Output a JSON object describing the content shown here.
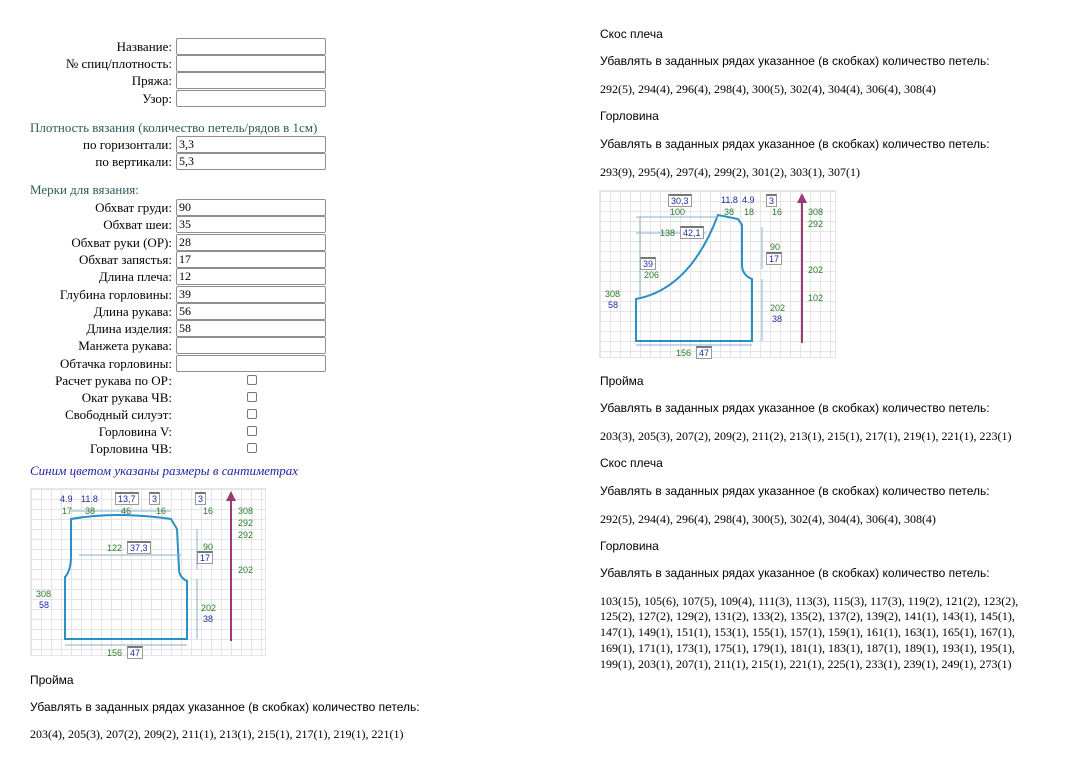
{
  "form": {
    "fields": [
      {
        "label": "Название:",
        "value": ""
      },
      {
        "label": "№ спиц/плотность:",
        "value": ""
      },
      {
        "label": "Пряжа:",
        "value": ""
      },
      {
        "label": "Узор:",
        "value": ""
      }
    ],
    "density_title": "Плотность вязания (количество петель/рядов в 1см)",
    "density": [
      {
        "label": "по горизонтали:",
        "value": "3,3"
      },
      {
        "label": "по вертикали:",
        "value": "5,3"
      }
    ],
    "measures_title": "Мерки для вязания:",
    "measures": [
      {
        "label": "Обхват груди:",
        "value": "90"
      },
      {
        "label": "Обхват шеи:",
        "value": "35"
      },
      {
        "label": "Обхват руки (ОР):",
        "value": "28"
      },
      {
        "label": "Обхват запястья:",
        "value": "17"
      },
      {
        "label": "Длина плеча:",
        "value": "12"
      },
      {
        "label": "Глубина горловины:",
        "value": "39"
      },
      {
        "label": "Длина рукава:",
        "value": "56"
      },
      {
        "label": "Длина изделия:",
        "value": "58"
      },
      {
        "label": "Манжета рукава:",
        "value": ""
      },
      {
        "label": "Обтачка горловины:",
        "value": ""
      }
    ],
    "checkboxes": [
      {
        "label": "Расчет рукава по ОР:",
        "checked": false
      },
      {
        "label": "Окат рукава ЧВ:",
        "checked": false
      },
      {
        "label": "Свободный силуэт:",
        "checked": false
      },
      {
        "label": "Горловина V:",
        "checked": false
      },
      {
        "label": "Горловина ЧВ:",
        "checked": false
      }
    ],
    "note": "Синим цветом указаны размеры в сантиметрах"
  },
  "diagram1": {
    "labels": {
      "a": "4.9",
      "b": "11.8",
      "c": "13,7",
      "d": "3",
      "e": "3",
      "f": "17",
      "g": "38",
      "h": "46",
      "i": "16",
      "j": "16",
      "k": "308",
      "l": "292",
      "m": "292",
      "n": "122",
      "o": "37,3",
      "p": "90",
      "q": "17",
      "r": "202",
      "s": "308",
      "t": "58",
      "u": "202",
      "v": "38",
      "w": "156",
      "x": "47"
    }
  },
  "left_text": {
    "title": "Пройма",
    "desc": "Убавлять в заданных рядах указанное (в скобках) количество петель:",
    "values": "203(4), 205(3), 207(2), 209(2), 211(1), 213(1), 215(1), 217(1), 219(1), 221(1)"
  },
  "right_top": {
    "s1_title": "Скос плеча",
    "s1_desc": "Убавлять в заданных рядах указанное (в скобках) количество петель:",
    "s1_values": "292(5), 294(4), 296(4), 298(4), 300(5), 302(4), 304(4), 306(4), 308(4)",
    "s2_title": "Горловина",
    "s2_desc": "Убавлять в заданных рядах указанное (в скобках) количество петель:",
    "s2_values": "293(9), 295(4), 297(4), 299(2), 301(2), 303(1), 307(1)"
  },
  "diagram2": {
    "labels": {
      "a": "30,3",
      "b": "100",
      "c": "11.8",
      "d": "4.9",
      "e": "3",
      "f": "38",
      "g": "18",
      "h": "16",
      "i": "308",
      "j": "292",
      "k": "138",
      "l": "42,1",
      "m": "90",
      "n": "17",
      "o": "39",
      "p": "206",
      "q": "202",
      "r": "102",
      "s": "308",
      "t": "58",
      "u": "202",
      "v": "38",
      "w": "156",
      "x": "47"
    }
  },
  "right_bottom": {
    "s1_title": "Пройма",
    "s1_desc": "Убавлять в заданных рядах указанное (в скобках) количество петель:",
    "s1_values": "203(3), 205(3), 207(2), 209(2), 211(2), 213(1), 215(1), 217(1), 219(1), 221(1), 223(1)",
    "s2_title": "Скос плеча",
    "s2_desc": "Убавлять в заданных рядах указанное (в скобках) количество петель:",
    "s2_values": "292(5), 294(4), 296(4), 298(4), 300(5), 302(4), 304(4), 306(4), 308(4)",
    "s3_title": "Горловина",
    "s3_desc": "Убавлять в заданных рядах указанное (в скобках) количество петель:",
    "s3_lines": [
      "103(15), 105(6), 107(5), 109(4), 111(3), 113(3), 115(3), 117(3), 119(2), 121(2), 123(2),",
      "125(2), 127(2), 129(2), 131(2), 133(2), 135(2), 137(2), 139(2), 141(1), 143(1), 145(1),",
      "147(1), 149(1), 151(1), 153(1), 155(1), 157(1), 159(1), 161(1), 163(1), 165(1), 167(1),",
      "169(1), 171(1), 173(1), 175(1), 179(1), 181(1), 183(1), 187(1), 189(1), 193(1), 195(1),",
      "199(1), 203(1), 207(1), 211(1), 215(1), 221(1), 225(1), 233(1), 239(1), 249(1), 273(1)"
    ]
  },
  "colors": {
    "shape": "#2a8fc4",
    "arrow": "#9a3a74",
    "green": "#2b7a2b",
    "blue": "#1e2aa0",
    "section": "#2d5a5a"
  }
}
